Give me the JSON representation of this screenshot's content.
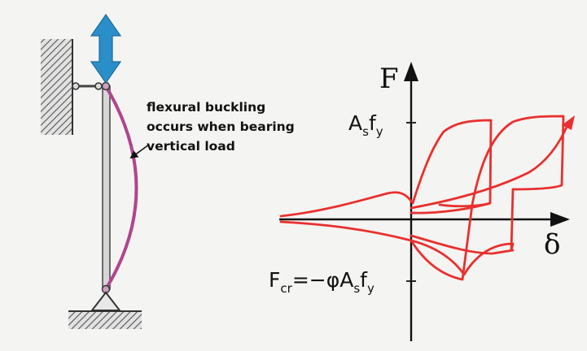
{
  "annotation": {
    "line1": "flexural buckling",
    "line2": "occurs when bearing",
    "line3": "vertical load"
  },
  "graph": {
    "y_axis_label": "F",
    "x_axis_label": "δ",
    "upper_label": {
      "main1": "A",
      "sub1": "s",
      "main2": "f",
      "sub2": "y"
    },
    "lower_label": {
      "main1": "F",
      "sub1": "cr",
      "main2": "=−φA",
      "sub2": "s",
      "main3": "f",
      "sub3": "y"
    }
  },
  "colors": {
    "arrow_blue": "#2a8fc9",
    "buckled_member": "#b0458f",
    "hysteresis": "#e8302e",
    "ink": "#111111",
    "hatch": "#555555"
  }
}
